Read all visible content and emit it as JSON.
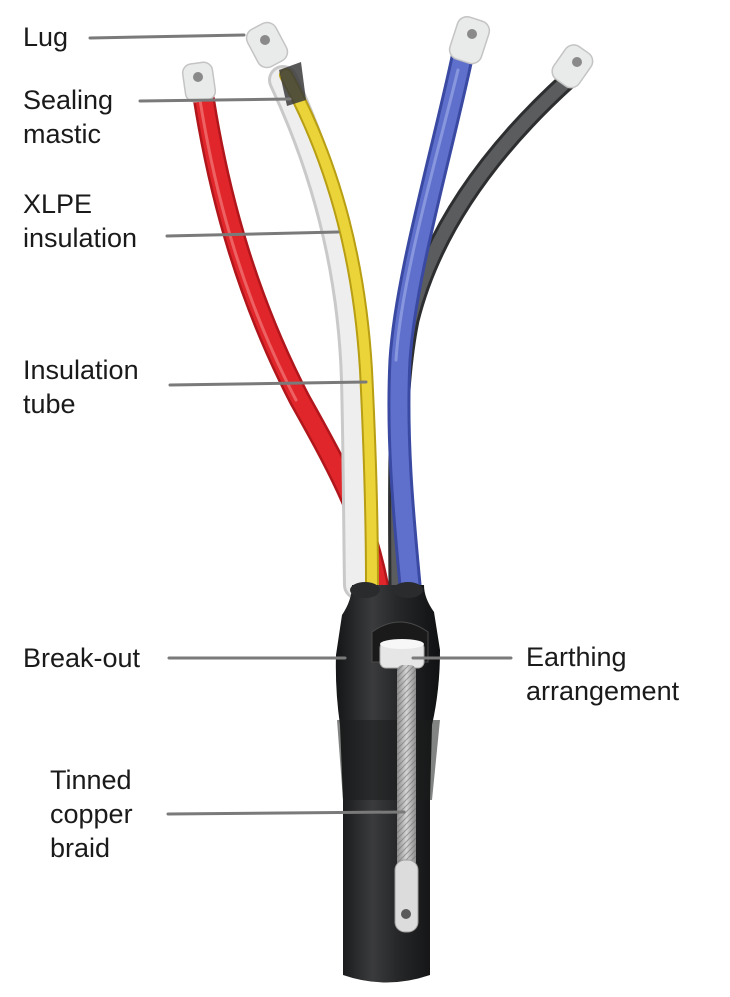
{
  "labels": {
    "lug": "Lug",
    "sealing_mastic": [
      "Sealing",
      "mastic"
    ],
    "xlpe_insulation": [
      "XLPE",
      "insulation"
    ],
    "insulation_tube": [
      "Insulation",
      "tube"
    ],
    "break_out": "Break-out",
    "earthing_arrangement": [
      "Earthing",
      "arrangement"
    ],
    "tinned_copper_braid": [
      "Tinned",
      "copper",
      "braid"
    ]
  },
  "colors": {
    "leader_line": "#7a7a7a",
    "core_red": "#e0262a",
    "core_yellow": "#e8cf2c",
    "core_blue": "#5567c4",
    "core_grey": "#555759",
    "insulation_tube": "#e4e4e4",
    "breakout_body": "#232425",
    "lug": "#e9eaea",
    "braid": "#9e9e9e"
  }
}
